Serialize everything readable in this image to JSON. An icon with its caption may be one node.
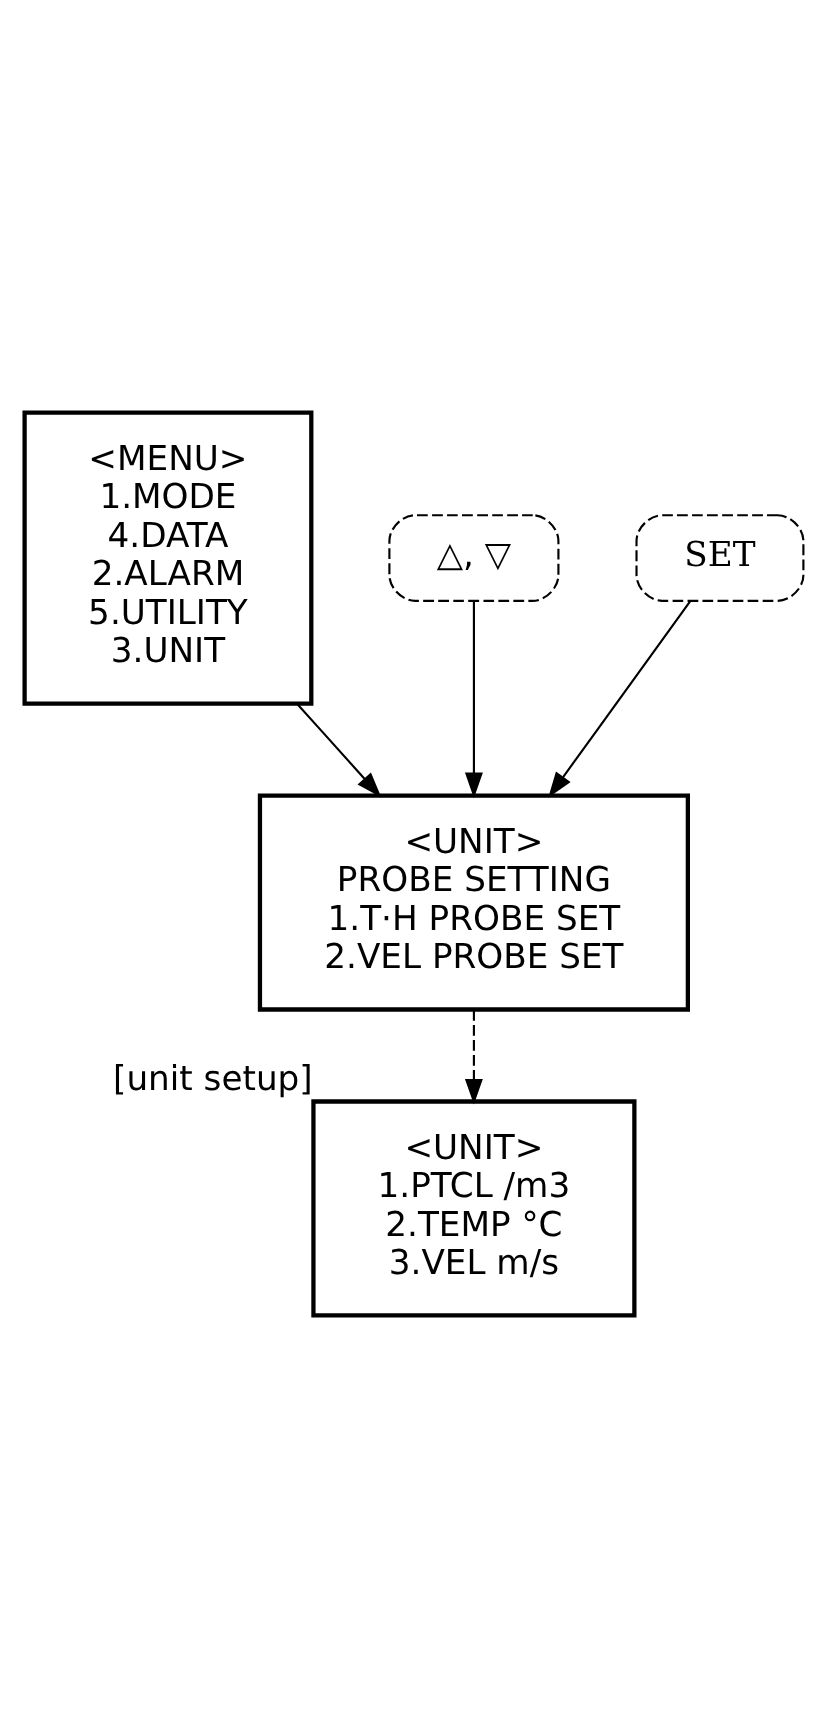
{
  "diagram": {
    "nodes": [
      {
        "text": [
          "<MENU>",
          "1.MODE",
          "4.DATA",
          "2.ALARM",
          "5.UTILITY",
          "3.UNIT"
        ]
      },
      {
        "text": [
          "△, ▽"
        ]
      },
      {
        "text": [
          "SET"
        ]
      },
      {
        "text": [
          "<UNIT>",
          "PROBE SETTING",
          "1.T·H PROBE SET",
          "2.VEL PROBE SET"
        ]
      },
      {
        "text": [
          "<UNIT>",
          "1.PTCL /m3",
          "2.TEMP °C",
          "3.VEL m/s"
        ],
        "beside": [
          "[unit setup]"
        ]
      }
    ],
    "edges": [
      {
        "from": 0,
        "to": 3,
        "arrow": "to"
      },
      {
        "from": 1,
        "to": 3,
        "arrow": "to"
      },
      {
        "from": 2,
        "to": 3,
        "arrow": "to"
      },
      {
        "from": 3,
        "to": 4,
        "arrow": "to",
        "style": "dashed"
      }
    ]
  }
}
